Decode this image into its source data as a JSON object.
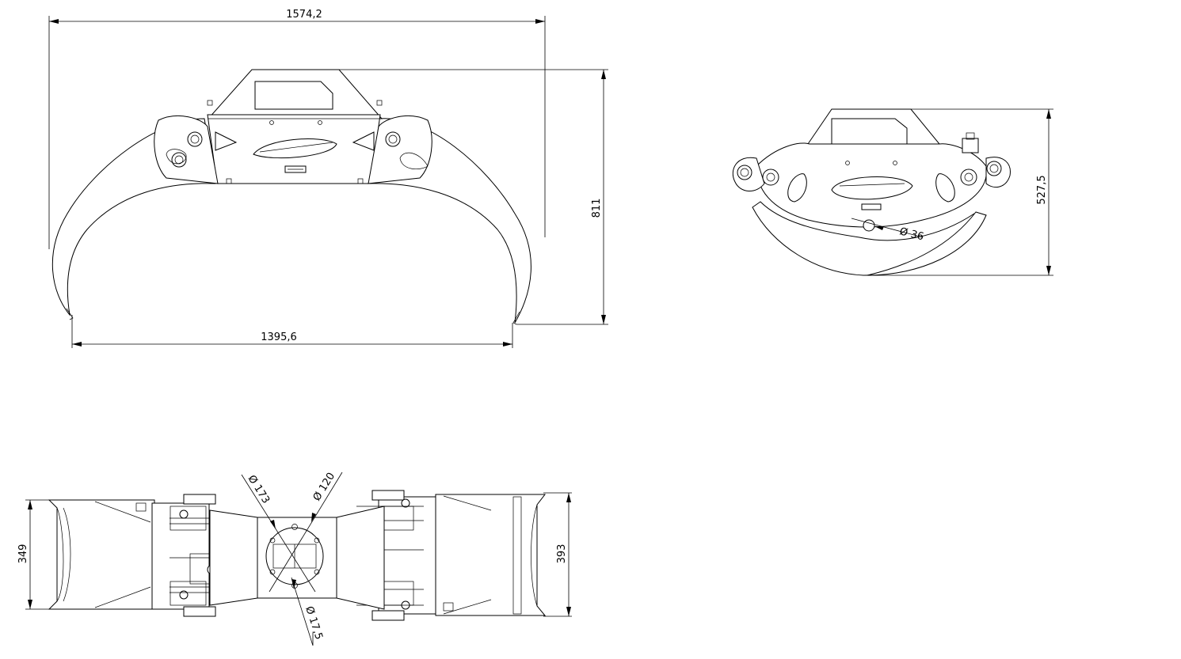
{
  "drawing": {
    "front_view": {
      "overall_width": "1574,2",
      "tip_width": "1395,6",
      "height": "811"
    },
    "side_view": {
      "height": "527,5",
      "pin_diameter": "Ø 36"
    },
    "top_view": {
      "width_left": "349",
      "width_right": "393",
      "dia_outer": "Ø 173",
      "dia_bolt_circle": "Ø 120",
      "dia_hole": "Ø 17,5"
    },
    "line_color": "#000000",
    "background": "#ffffff"
  }
}
